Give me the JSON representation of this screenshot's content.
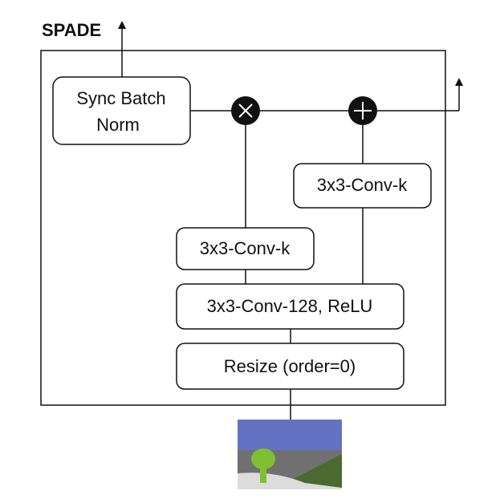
{
  "title": "SPADE",
  "blocks": {
    "sync_bn": {
      "line1": "Sync Batch",
      "line2": "Norm"
    },
    "conv_k_gamma": "3x3-Conv-k",
    "conv_k_beta": "3x3-Conv-k",
    "conv_128": "3x3-Conv-128, ReLU",
    "resize": "Resize (order=0)"
  },
  "operators": {
    "multiply": "multiply-icon",
    "add": "plus-icon"
  },
  "segmap_colors": {
    "sky": "#6472c4",
    "ground": "#707070",
    "grass": "#4a6a30",
    "tree": "#80c030",
    "road": "#dcdcdc"
  }
}
